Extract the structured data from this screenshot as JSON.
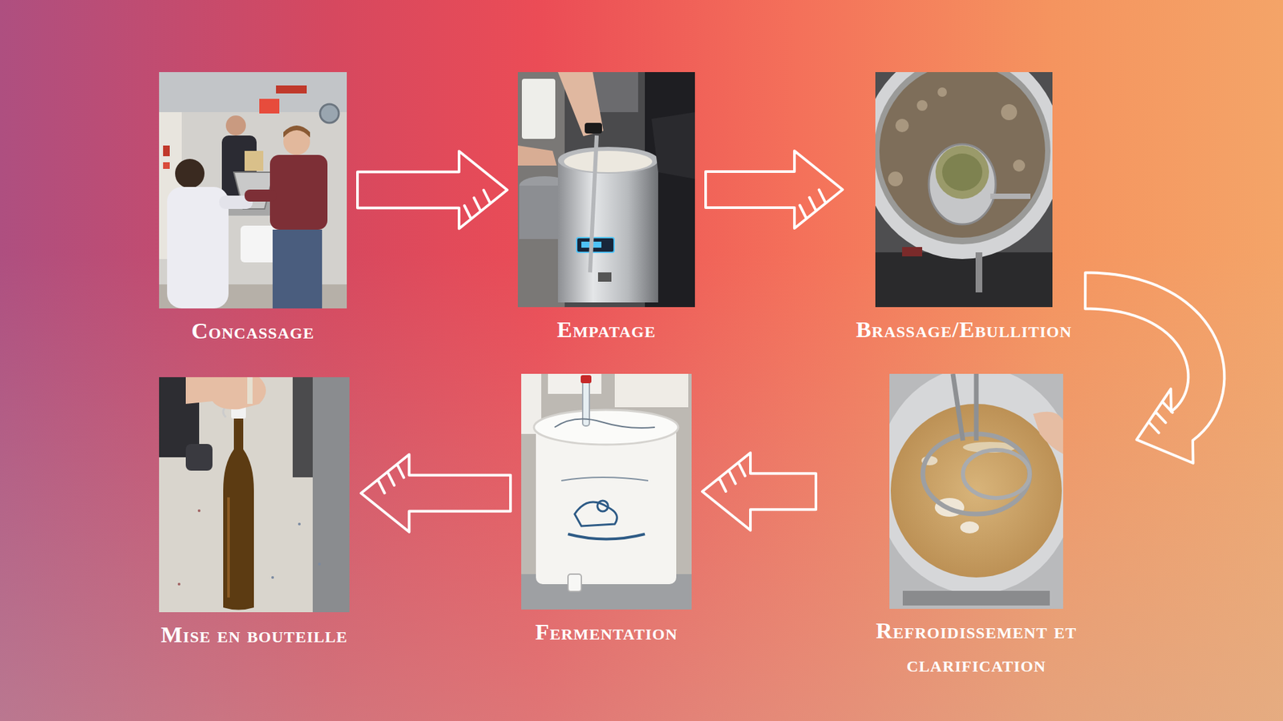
{
  "diagram": {
    "nodes": [
      {
        "text": [
          "Concassage"
        ]
      },
      {
        "text": [
          "Empatage"
        ]
      },
      {
        "text": [
          "Brassage/Ebullition"
        ]
      },
      {
        "text": [
          "Refroidissement et clarification"
        ]
      },
      {
        "text": [
          "Fermentation"
        ]
      },
      {
        "text": [
          "Mise en bouteille"
        ]
      }
    ],
    "edges": [
      {
        "from": 0,
        "to": 1,
        "arrow": "to"
      },
      {
        "from": 1,
        "to": 2,
        "arrow": "to"
      },
      {
        "from": 2,
        "to": 3,
        "arrow": "to"
      },
      {
        "from": 3,
        "to": 4,
        "arrow": "to"
      },
      {
        "from": 4,
        "to": 5,
        "arrow": "to"
      }
    ]
  }
}
